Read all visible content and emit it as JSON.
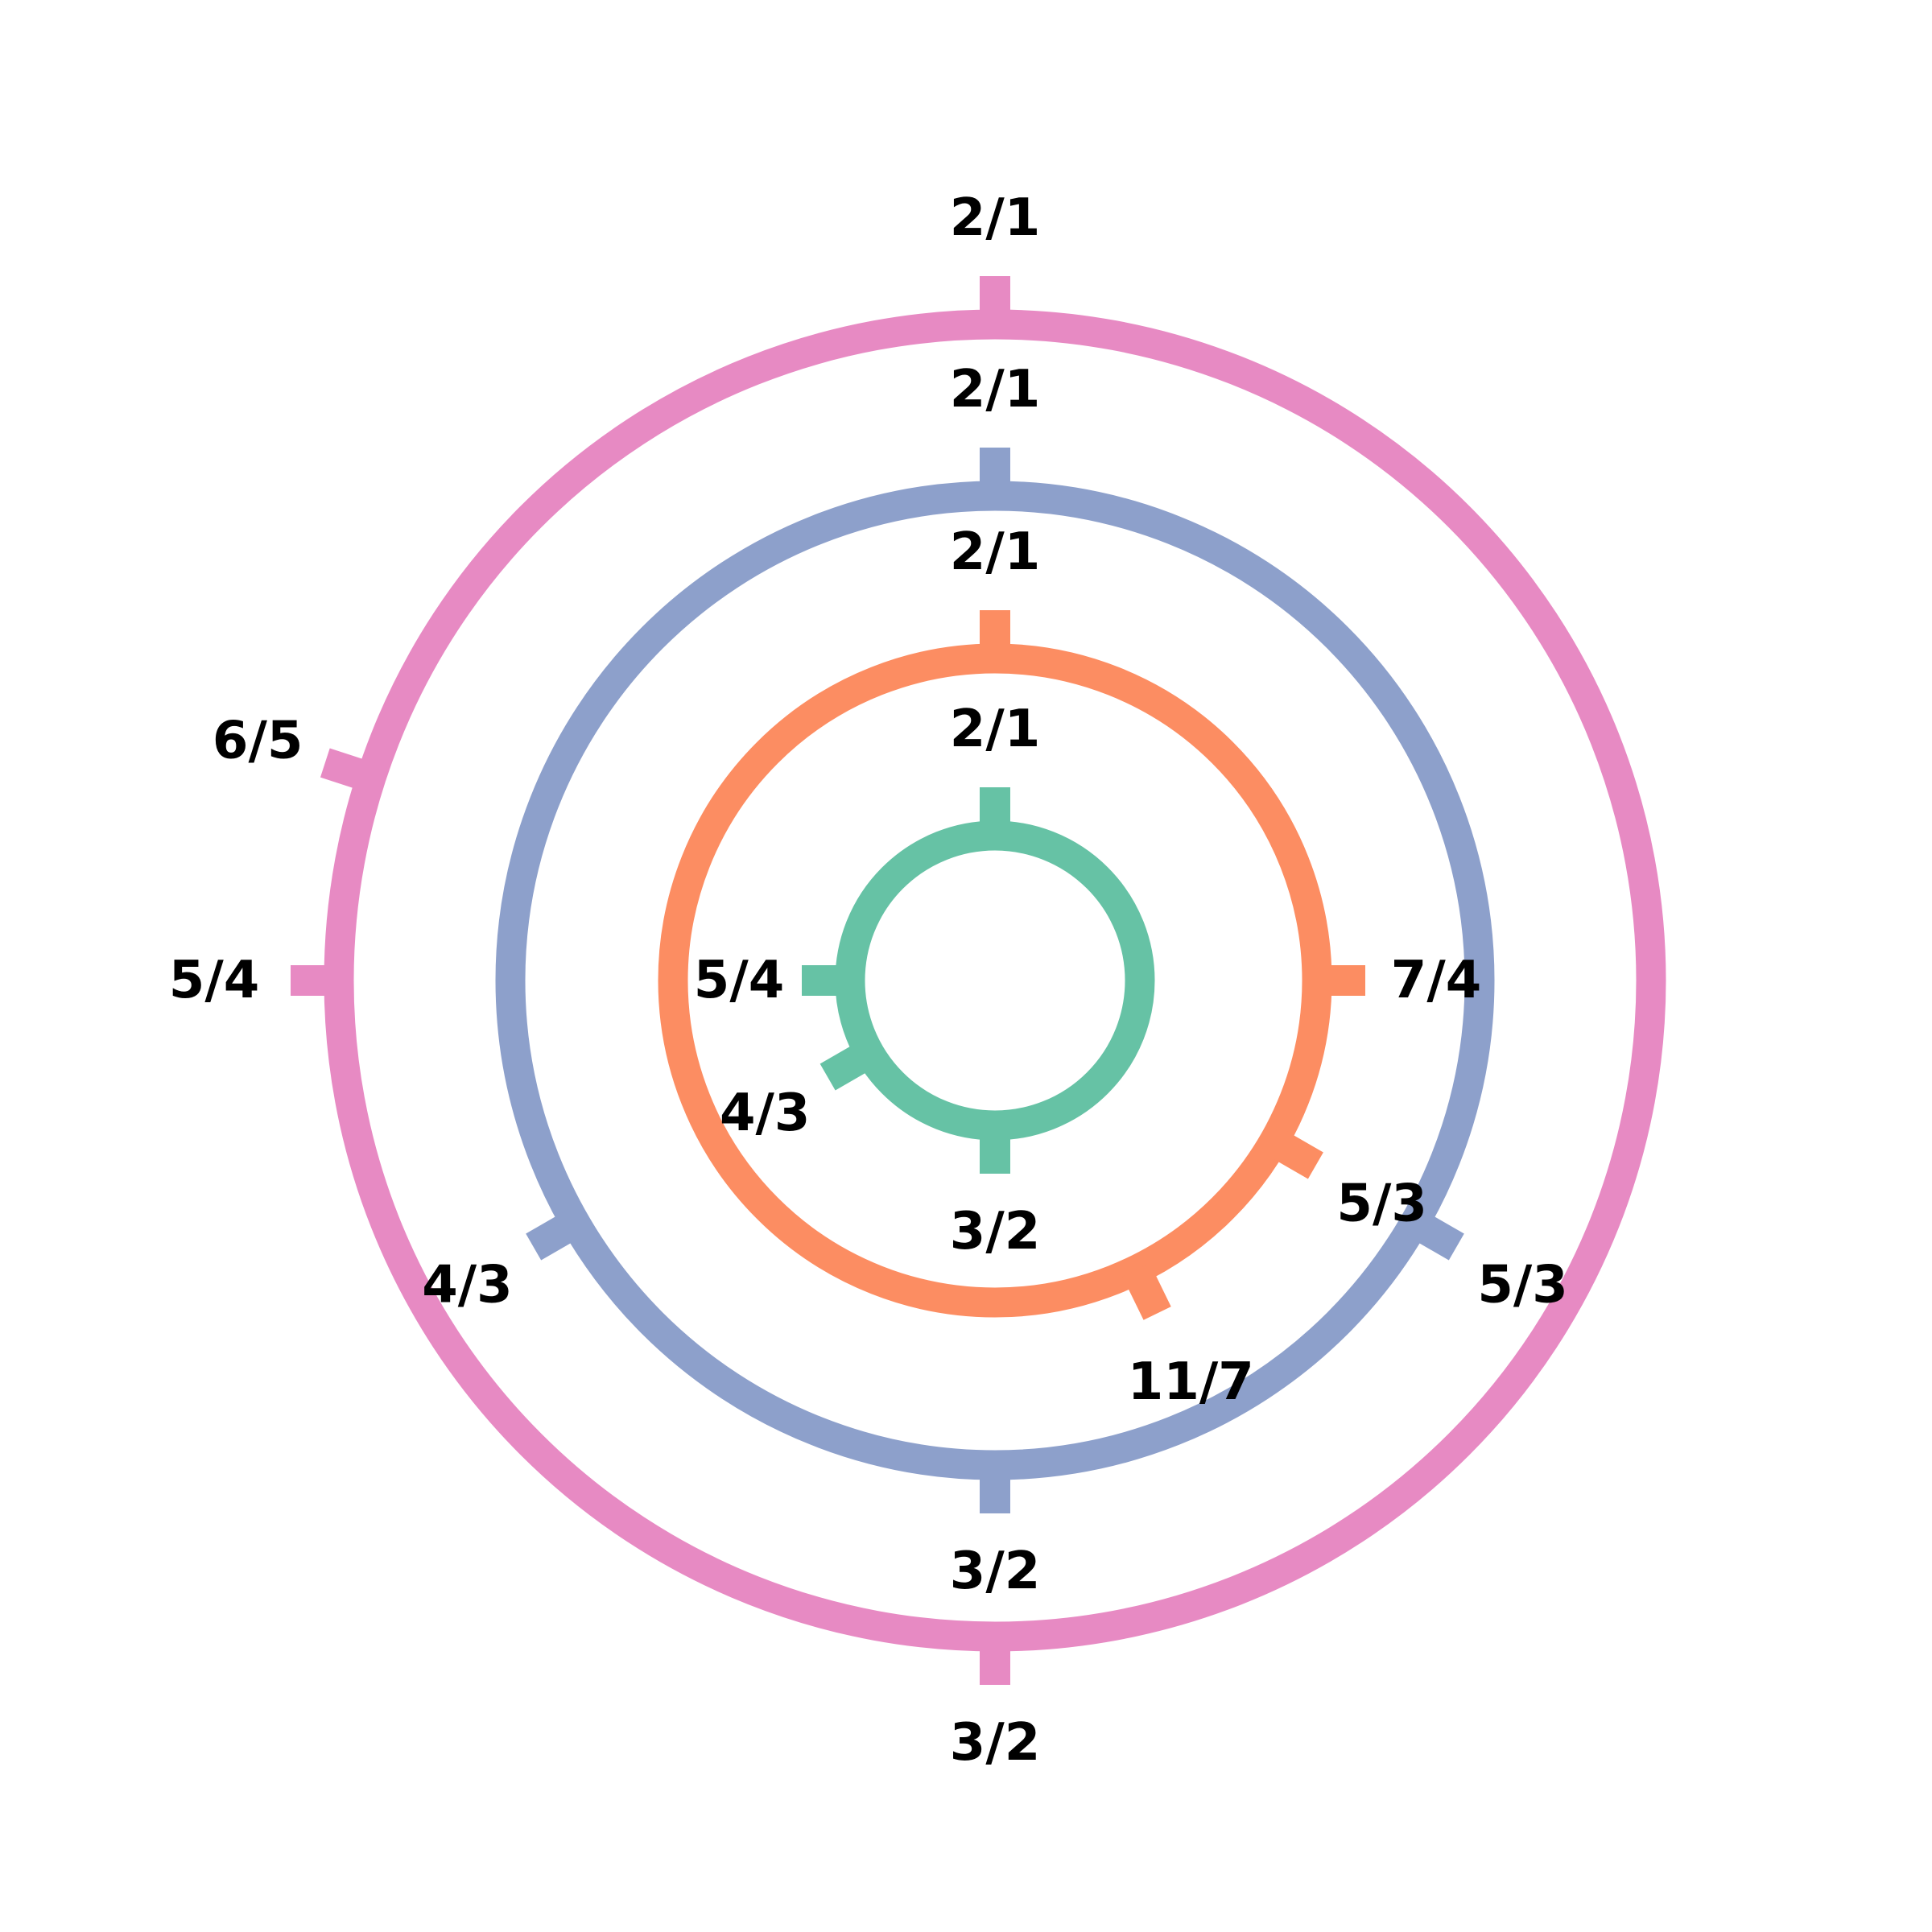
{
  "rings": [
    {
      "color": "#66c2a5",
      "ticks": [
        {
          "label": "2/1"
        },
        {
          "label": "5/4"
        },
        {
          "label": "4/3"
        },
        {
          "label": "3/2"
        }
      ]
    },
    {
      "color": "#fc8d62",
      "ticks": [
        {
          "label": "2/1"
        },
        {
          "label": "7/4"
        },
        {
          "label": "5/3"
        },
        {
          "label": "11/7"
        }
      ]
    },
    {
      "color": "#8da0cb",
      "ticks": [
        {
          "label": "2/1"
        },
        {
          "label": "5/3"
        },
        {
          "label": "3/2"
        },
        {
          "label": "4/3"
        }
      ]
    },
    {
      "color": "#e78ac3",
      "ticks": [
        {
          "label": "2/1"
        },
        {
          "label": "3/2"
        },
        {
          "label": "5/4"
        },
        {
          "label": "6/5"
        }
      ]
    }
  ]
}
